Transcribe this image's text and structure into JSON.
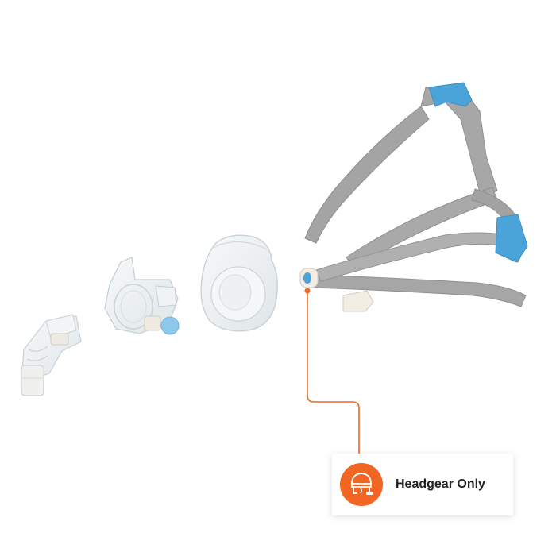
{
  "callout": {
    "label": "Headgear Only",
    "icon": "headgear-icon"
  },
  "colors": {
    "accent": "#f26522",
    "strap": "#9e9e9e",
    "strap_highlight": "#b8b8b8",
    "tab_blue": "#4aa3d9",
    "clip": "#f3eee4"
  },
  "parts": [
    "elbow",
    "frame",
    "cushion",
    "headgear"
  ]
}
